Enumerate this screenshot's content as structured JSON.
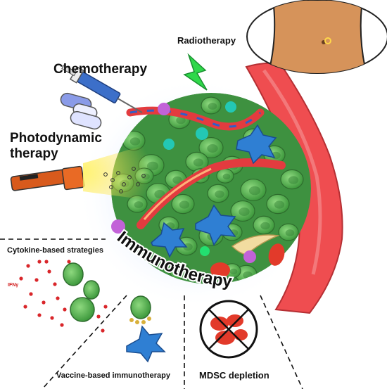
{
  "labels": {
    "chemotherapy": "Chemotherapy",
    "radiotherapy": "Radiotherapy",
    "photodynamic_line1": "Photodynamic",
    "photodynamic_line2": "therapy",
    "immunotherapy": "Immunotherapy",
    "cytokine": "Cytokine-based strategies",
    "ifn": "IFNγ",
    "vaccine": "Vaccine-based immunotherapy",
    "mdsc": "MDSC depletion"
  },
  "colors": {
    "artery": "#ef4d50",
    "artery_shadow": "#c8343a",
    "tumor_cell": "#4ca84a",
    "tumor_cell_light": "#7fcf77",
    "macrophage": "#2f7fd3",
    "lightning": "#2fd84a",
    "torch": "#d85a1c",
    "glow": "#fde34a",
    "syringe": "#3c6fc9",
    "pill": "#8a9be8",
    "skin": "#d6935a",
    "red_cell": "#e23a2a",
    "cytokine_dot": "#d9262a"
  }
}
